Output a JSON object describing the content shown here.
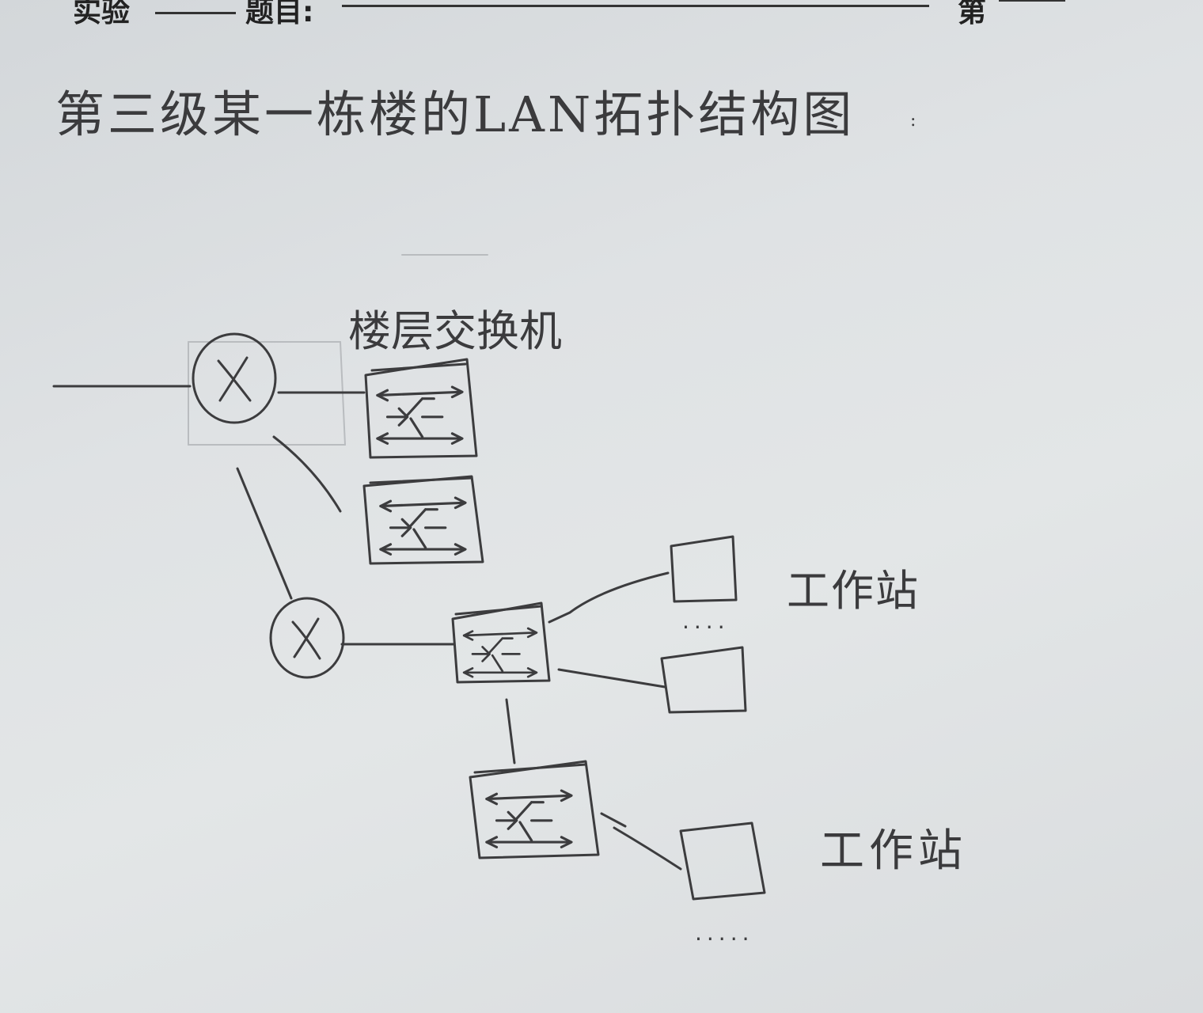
{
  "header": {
    "experiment_label": "实验",
    "topic_label": "题目:",
    "number_label": "第"
  },
  "title": "第三级某一栋楼的LAN拓扑结构图",
  "labels": {
    "floor_switch": "楼层交换机",
    "workstation_1": "工作站",
    "workstation_2": "工作站",
    "ellipsis_1": "····",
    "ellipsis_2": "·····"
  },
  "diagram": {
    "nodes": [
      {
        "id": "router-top",
        "type": "router",
        "symbol": "X"
      },
      {
        "id": "router-bottom",
        "type": "router",
        "symbol": "X"
      },
      {
        "id": "switch-floor-1",
        "type": "switch"
      },
      {
        "id": "switch-floor-2",
        "type": "switch"
      },
      {
        "id": "switch-center",
        "type": "switch"
      },
      {
        "id": "switch-bottom",
        "type": "switch"
      },
      {
        "id": "workstation-a",
        "type": "workstation"
      },
      {
        "id": "workstation-b",
        "type": "workstation"
      },
      {
        "id": "workstation-c",
        "type": "workstation"
      }
    ],
    "links": [
      [
        "uplink",
        "router-top"
      ],
      [
        "router-top",
        "switch-floor-1"
      ],
      [
        "router-top",
        "switch-floor-2"
      ],
      [
        "router-top",
        "router-bottom"
      ],
      [
        "router-bottom",
        "switch-center"
      ],
      [
        "switch-center",
        "workstation-a"
      ],
      [
        "switch-center",
        "workstation-b"
      ],
      [
        "switch-center",
        "switch-bottom"
      ],
      [
        "switch-bottom",
        "workstation-c"
      ]
    ],
    "stroke_color": "#3c3c3e"
  }
}
